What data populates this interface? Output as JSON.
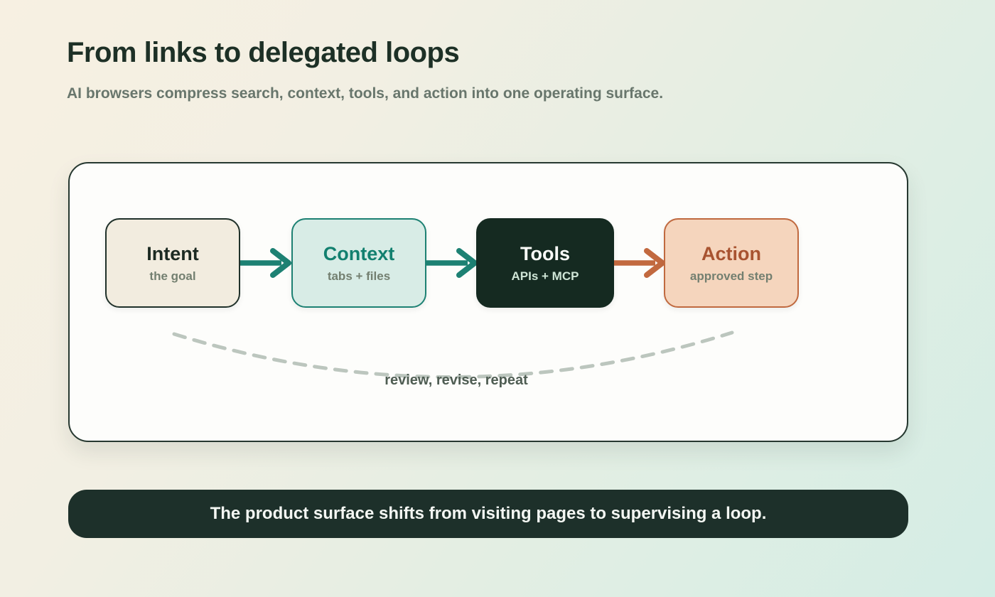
{
  "header": {
    "title": "From links to delegated loops",
    "subtitle": "AI browsers compress search, context, tools, and action into one operating surface.",
    "title_color": "#1d3026",
    "subtitle_color": "#68766c"
  },
  "background": {
    "gradient_start": "#f7f0e2",
    "gradient_end": "#d4ede5"
  },
  "diagram": {
    "nodes": [
      {
        "id": "intent",
        "title": "Intent",
        "subtitle": "the goal",
        "fill": "#f2ecdf",
        "border": "#20312a",
        "title_color": "#1c2a22",
        "subtitle_color": "#737f70"
      },
      {
        "id": "context",
        "title": "Context",
        "subtitle": "tabs + files",
        "fill": "#d8ece6",
        "border": "#1d8173",
        "title_color": "#12806f",
        "subtitle_color": "#737f70"
      },
      {
        "id": "tools",
        "title": "Tools",
        "subtitle": "APIs + MCP",
        "fill": "#152a21",
        "border": "#152a21",
        "title_color": "#fafcf8",
        "subtitle_color": "#cfe5d6"
      },
      {
        "id": "action",
        "title": "Action",
        "subtitle": "approved step",
        "fill": "#f5d5bd",
        "border": "#c0693f",
        "title_color": "#a85330",
        "subtitle_color": "#737f70"
      }
    ],
    "arrows": [
      {
        "from": "intent",
        "to": "context",
        "color": "#1d8173"
      },
      {
        "from": "context",
        "to": "tools",
        "color": "#1d8173"
      },
      {
        "from": "tools",
        "to": "action",
        "color": "#c2693f"
      }
    ],
    "loop": {
      "label": "review, revise, repeat",
      "label_color": "#4f5d53",
      "dash_color": "#bcc6be"
    }
  },
  "footer": {
    "text": "The product surface shifts from visiting pages to supervising a loop.",
    "background": "#1d302a",
    "text_color": "#f4f7f3"
  }
}
